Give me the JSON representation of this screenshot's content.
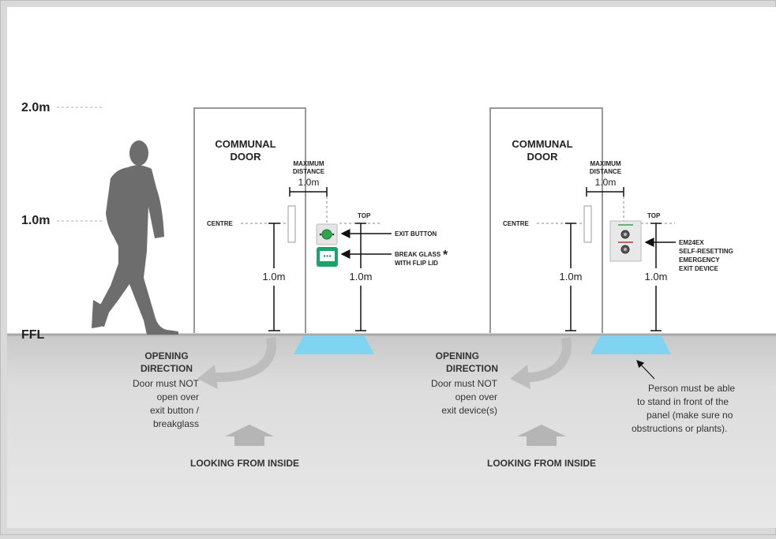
{
  "heights": {
    "h2": "2.0m",
    "h1": "1.0m",
    "ffl": "FFL"
  },
  "left_door": {
    "door_line1": "COMMUNAL",
    "door_line2": "DOOR",
    "max_line1": "MAXIMUM",
    "max_line2": "DISTANCE",
    "max_value": "1.0m",
    "centre": "CENTRE",
    "top": "TOP",
    "left_measure": "1.0m",
    "right_measure": "1.0m",
    "exit_button": "EXIT BUTTON",
    "break_glass_line1": "BREAK GLASS",
    "break_glass_line2": "WITH FLIP LID",
    "asterisk": "*",
    "opening_line1": "OPENING",
    "opening_line2": "DIRECTION",
    "note": [
      "Door must NOT",
      "open over",
      "exit button /",
      "breakglass"
    ],
    "looking": "LOOKING FROM INSIDE"
  },
  "right_door": {
    "door_line1": "COMMUNAL",
    "door_line2": "DOOR",
    "max_line1": "MAXIMUM",
    "max_line2": "DISTANCE",
    "max_value": "1.0m",
    "centre": "CENTRE",
    "top": "TOP",
    "left_measure": "1.0m",
    "right_measure": "1.0m",
    "device": [
      "EM24EX",
      "SELF-RESETTING",
      "EMERGENCY",
      "EXIT DEVICE"
    ],
    "opening_line1": "OPENING",
    "opening_line2": "DIRECTION",
    "note": [
      "Door must NOT",
      "open over",
      "exit device(s)"
    ],
    "looking": "LOOKING FROM INSIDE",
    "person_note": [
      "Person must be able",
      "to stand in front of the",
      "panel (make sure no",
      "obstructions or plants)."
    ]
  },
  "colors": {
    "floor": "#d4d4d4",
    "wall": "#ffffff",
    "mat": "#7fd4f2",
    "figure": "#6d6d6d",
    "break_glass": "#1aa36b"
  }
}
